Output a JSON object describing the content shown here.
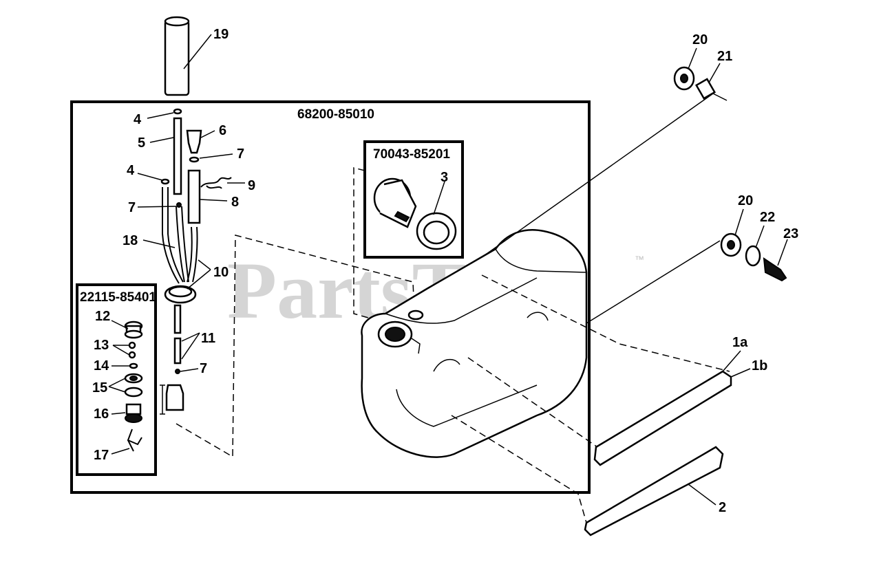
{
  "watermark": {
    "text": "PartsTree",
    "mark": "™"
  },
  "kits": [
    {
      "id": "kit-main",
      "number": "68200-85010"
    },
    {
      "id": "kit-cap",
      "number": "70043-85201"
    },
    {
      "id": "kit-pump",
      "number": "22115-85401"
    }
  ],
  "callouts": {
    "c1a": "1a",
    "c1b": "1b",
    "c2": "2",
    "c3": "3",
    "c4a": "4",
    "c4b": "4",
    "c5": "5",
    "c6": "6",
    "c7a": "7",
    "c7b": "7",
    "c7c": "7",
    "c8": "8",
    "c9": "9",
    "c10": "10",
    "c11": "11",
    "c12": "12",
    "c13": "13",
    "c14": "14",
    "c15": "15",
    "c16": "16",
    "c17": "17",
    "c18": "18",
    "c19": "19",
    "c20a": "20",
    "c20b": "20",
    "c21": "21",
    "c22": "22",
    "c23": "23"
  }
}
